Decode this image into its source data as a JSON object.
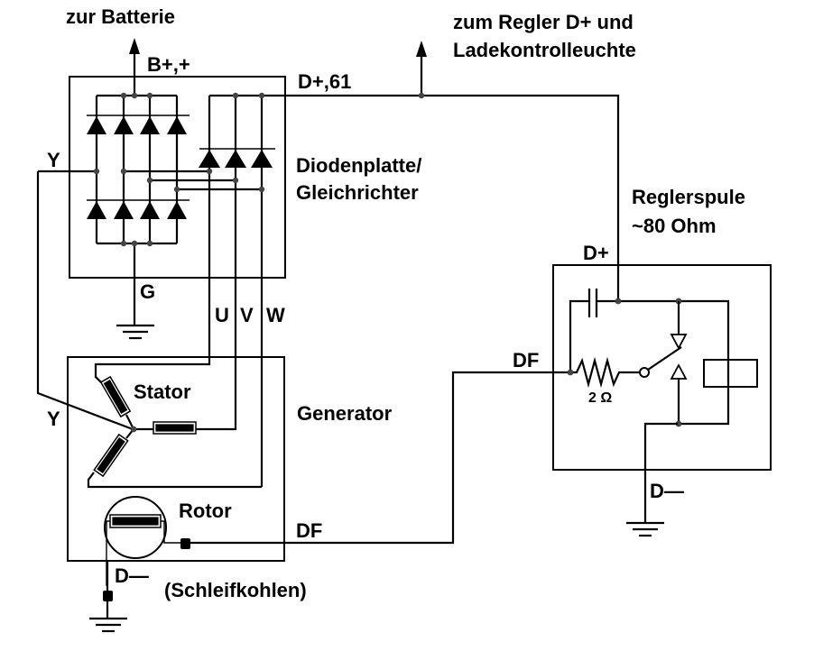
{
  "diagram": {
    "title": "Lichtmaschine Schaltplan",
    "labels": {
      "battery": "zur Batterie",
      "b_plus": "B+,+",
      "d_plus_61": "D+,61",
      "regulator_dest_line1": "zum Regler D+ und",
      "regulator_dest_line2": "Ladekontrolleuchte",
      "rectifier_line1": "Diodenplatte/",
      "rectifier_line2": "Gleichrichter",
      "y_top": "Y",
      "y_bottom": "Y",
      "ground_g": "G",
      "phase_u": "U",
      "phase_v": "V",
      "phase_w": "W",
      "stator": "Stator",
      "generator": "Generator",
      "rotor": "Rotor",
      "df_generator": "DF",
      "d_minus_generator": "D—",
      "brushes": "(Schleifkohlen)",
      "regulator_coil_line1": "Reglerspule",
      "regulator_coil_line2": "~80 Ohm",
      "regulator_d_plus": "D+",
      "regulator_df": "DF",
      "resistor_value": "2 Ω",
      "regulator_d_minus": "D—"
    },
    "components": {
      "rectifier_main_diodes": 8,
      "exciter_diodes": 3,
      "stator_windings": 3,
      "ground_symbols": 3
    }
  }
}
